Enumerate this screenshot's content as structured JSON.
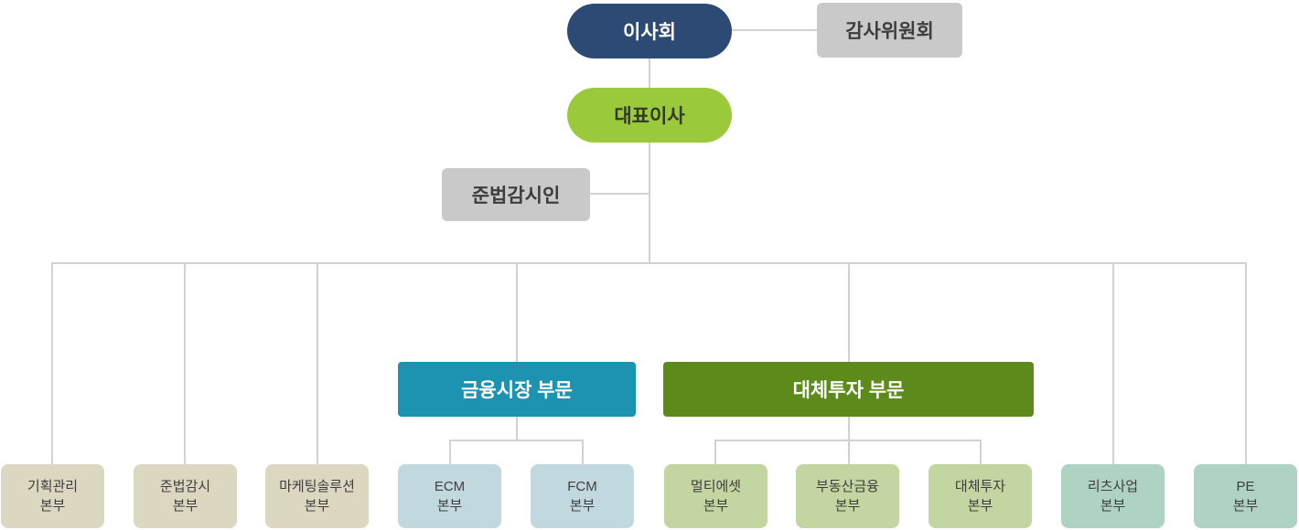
{
  "org_chart": {
    "board": {
      "label": "이사회"
    },
    "audit_committee": {
      "label": "감사위원회"
    },
    "ceo": {
      "label": "대표이사"
    },
    "compliance_officer": {
      "label": "준법감시인"
    },
    "divisions": [
      {
        "id": "financial-markets",
        "label": "금융시장 부문",
        "color": "#1c93b1"
      },
      {
        "id": "alternative-investment",
        "label": "대체투자 부문",
        "color": "#5c8a1b"
      }
    ],
    "departments": [
      {
        "line1": "기획관리",
        "line2": "본부",
        "group": "direct",
        "color": "#dcd7c1"
      },
      {
        "line1": "준법감시",
        "line2": "본부",
        "group": "direct",
        "color": "#dcd7c1"
      },
      {
        "line1": "마케팅솔루션",
        "line2": "본부",
        "group": "direct",
        "color": "#dcd7c1"
      },
      {
        "line1": "ECM",
        "line2": "본부",
        "group": "financial-markets",
        "color": "#c2d8df"
      },
      {
        "line1": "FCM",
        "line2": "본부",
        "group": "financial-markets",
        "color": "#c2d8df"
      },
      {
        "line1": "멀티에셋",
        "line2": "본부",
        "group": "alternative-investment",
        "color": "#c3d5a0"
      },
      {
        "line1": "부동산금융",
        "line2": "본부",
        "group": "alternative-investment",
        "color": "#c3d5a0"
      },
      {
        "line1": "대체투자",
        "line2": "본부",
        "group": "alternative-investment",
        "color": "#c3d5a0"
      },
      {
        "line1": "리츠사업",
        "line2": "본부",
        "group": "direct",
        "color": "#afd3c3"
      },
      {
        "line1": "PE",
        "line2": "본부",
        "group": "direct",
        "color": "#afd3c3"
      }
    ],
    "colors": {
      "board_bg": "#2c4a74",
      "ceo_bg": "#9aca3b",
      "staff_bg": "#c9c9c9",
      "connector": "#d2d2d2"
    }
  }
}
